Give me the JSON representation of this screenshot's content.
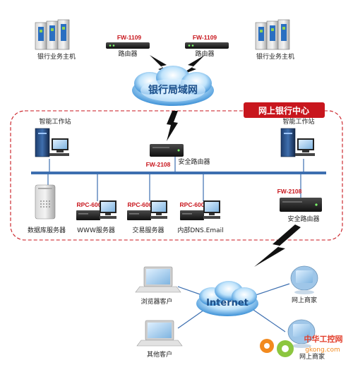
{
  "nodes": {
    "host_left": {
      "label": "银行业务主机"
    },
    "host_right": {
      "label": "银行业务主机"
    },
    "router_left": {
      "label": "路由器",
      "model": "FW-1109"
    },
    "router_right": {
      "label": "路由器",
      "model": "FW-1109"
    },
    "bank_lan": {
      "label": "银行局域网"
    },
    "center": {
      "title": "网上银行中心"
    },
    "workstation_left": {
      "label": "智能工作站"
    },
    "workstation_right": {
      "label": "智能工作站"
    },
    "secure_router_top": {
      "label": "安全路由器",
      "model": "FW-2108"
    },
    "secure_router_bottom": {
      "label": "安全路由器",
      "model": "FW-2108"
    },
    "db_server": {
      "label": "数据库服务器"
    },
    "www_server": {
      "label": "WWW服务器",
      "model": "RPC-600"
    },
    "tx_server": {
      "label": "交易服务器",
      "model": "RPC-600"
    },
    "dns_server": {
      "label": "内部DNS.Email",
      "model": "RPC-600"
    },
    "internet": {
      "label": "Internet"
    },
    "browser_client": {
      "label": "浏览器客户"
    },
    "other_client": {
      "label": "其他客户"
    },
    "online_merchant_1": {
      "label": "网上商家"
    },
    "online_merchant_2": {
      "label": "网上商家"
    }
  },
  "watermark": {
    "text": "中华工控网",
    "url": "gkong.com"
  },
  "colors": {
    "accent_red": "#c8161d",
    "cloud_blue": "#5aa9e6",
    "line_blue": "#3d6fb0",
    "dashed_border": "#c8161d"
  }
}
